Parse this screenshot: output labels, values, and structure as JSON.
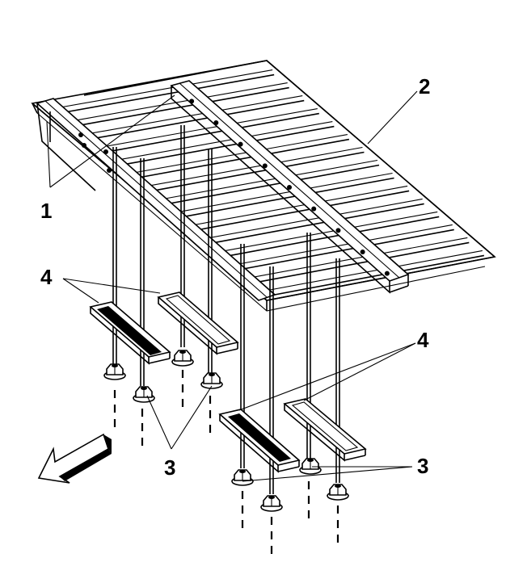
{
  "labels": {
    "one": "1",
    "two": "2",
    "three_left": "3",
    "three_right": "3",
    "four_left": "4",
    "four_right": "4"
  },
  "colors": {
    "ink": "#000000",
    "paper": "#ffffff"
  },
  "icons": {
    "direction": "front-arrow-icon"
  }
}
